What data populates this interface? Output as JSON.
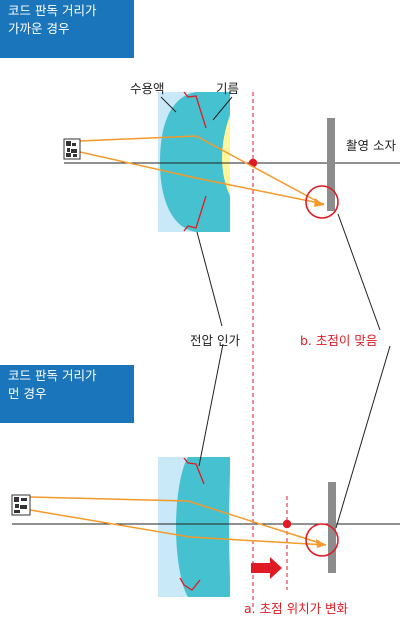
{
  "panels": {
    "near": {
      "line1": "코드 판독 거리가",
      "line2": "가까운 경우"
    },
    "far": {
      "line1": "코드 판독 거리가",
      "line2": "먼 경우"
    }
  },
  "labels": {
    "aqueous": "수용액",
    "oil": "기름",
    "sensor": "촬영 소자",
    "voltage": "전압 인가",
    "in_focus": "b. 초점이 맞음",
    "focus_change": "a. 초점 위치가 변화"
  },
  "colors": {
    "panel": "#1b75bb",
    "aqueous": "#c9e8f8",
    "oil": "#fff59a",
    "lens": "#45c1cf",
    "ray": "#f39a2b",
    "accent": "#e01b24",
    "sensor": "#8c8c8c"
  }
}
